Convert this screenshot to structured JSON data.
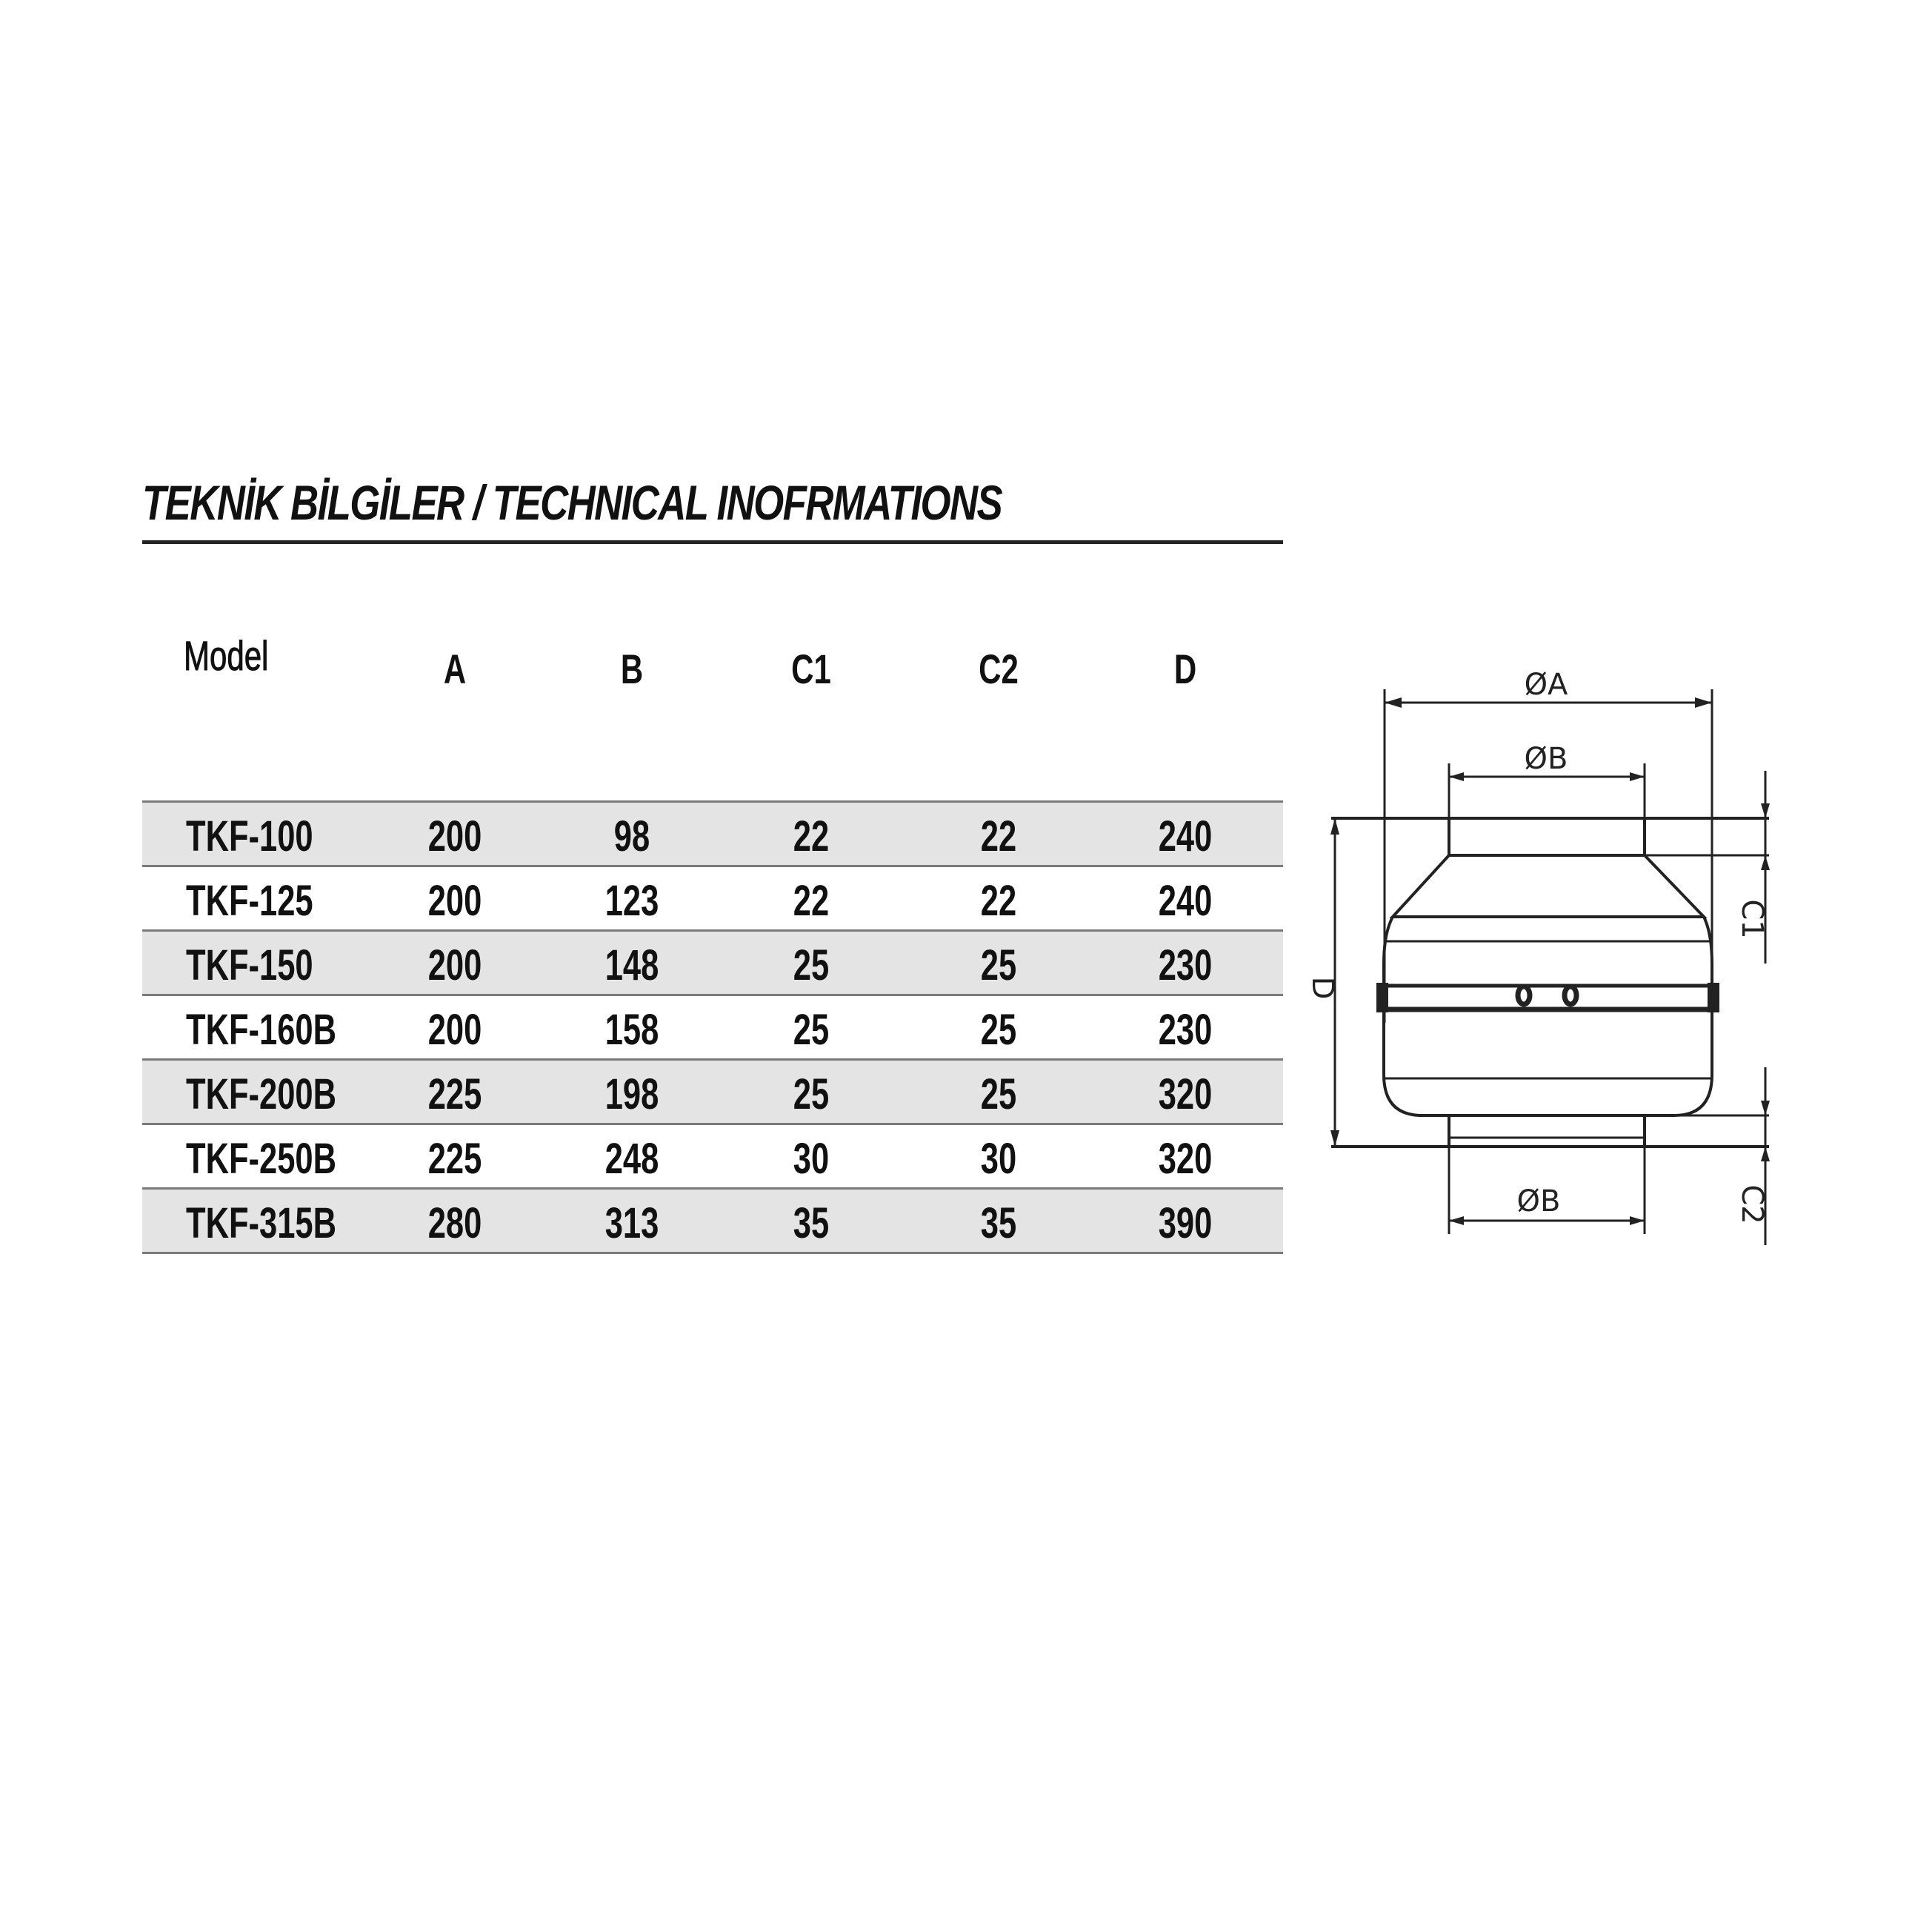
{
  "title": "TEKNİK BİLGİLER / TECHNICAL INOFRMATIONS",
  "table": {
    "headers": [
      "Model",
      "A",
      "B",
      "C1",
      "C2",
      "D"
    ],
    "rows": [
      [
        "TKF-100",
        "200",
        "98",
        "22",
        "22",
        "240"
      ],
      [
        "TKF-125",
        "200",
        "123",
        "22",
        "22",
        "240"
      ],
      [
        "TKF-150",
        "200",
        "148",
        "25",
        "25",
        "230"
      ],
      [
        "TKF-160B",
        "200",
        "158",
        "25",
        "25",
        "230"
      ],
      [
        "TKF-200B",
        "225",
        "198",
        "25",
        "25",
        "320"
      ],
      [
        "TKF-250B",
        "225",
        "248",
        "30",
        "30",
        "320"
      ],
      [
        "TKF-315B",
        "280",
        "313",
        "35",
        "35",
        "390"
      ]
    ]
  },
  "diagram": {
    "label_a": "ØA",
    "label_b_top": "ØB",
    "label_b_bottom": "ØB",
    "label_c1": "C1",
    "label_c2": "C2",
    "label_d": "D"
  }
}
